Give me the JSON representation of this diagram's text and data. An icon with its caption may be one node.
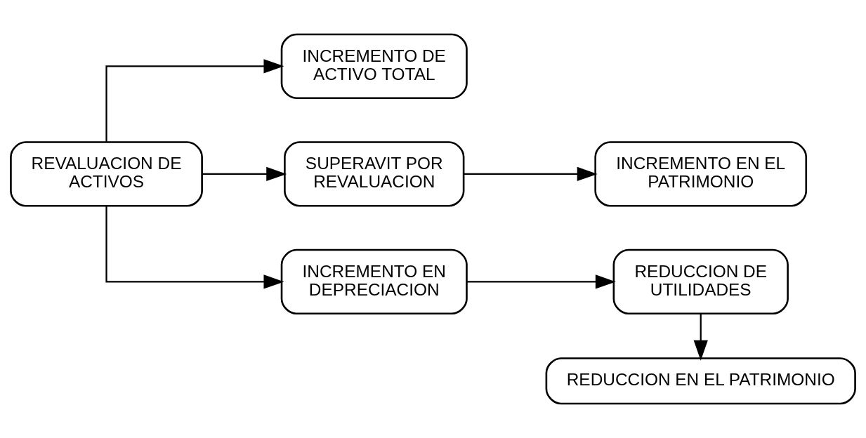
{
  "diagram": {
    "nodes": [
      {
        "text": [
          "REVALUACION DE ACTIVOS"
        ]
      },
      {
        "text": [
          "INCREMENTO DE ACTIVO TOTAL"
        ]
      },
      {
        "text": [
          "SUPERAVIT POR REVALUACION"
        ]
      },
      {
        "text": [
          "INCREMENTO EN EL PATRIMONIO"
        ]
      },
      {
        "text": [
          "INCREMENTO EN DEPRECIACION"
        ]
      },
      {
        "text": [
          "REDUCCION DE UTILIDADES"
        ]
      },
      {
        "text": [
          "REDUCCION EN EL PATRIMONIO"
        ]
      }
    ],
    "edges": [
      {
        "from": 0,
        "to": 1,
        "arrow": "to"
      },
      {
        "from": 0,
        "to": 2,
        "arrow": "to"
      },
      {
        "from": 0,
        "to": 4,
        "arrow": "to"
      },
      {
        "from": 2,
        "to": 3,
        "arrow": "to"
      },
      {
        "from": 4,
        "to": 5,
        "arrow": "to"
      },
      {
        "from": 5,
        "to": 6,
        "arrow": "to"
      }
    ]
  }
}
